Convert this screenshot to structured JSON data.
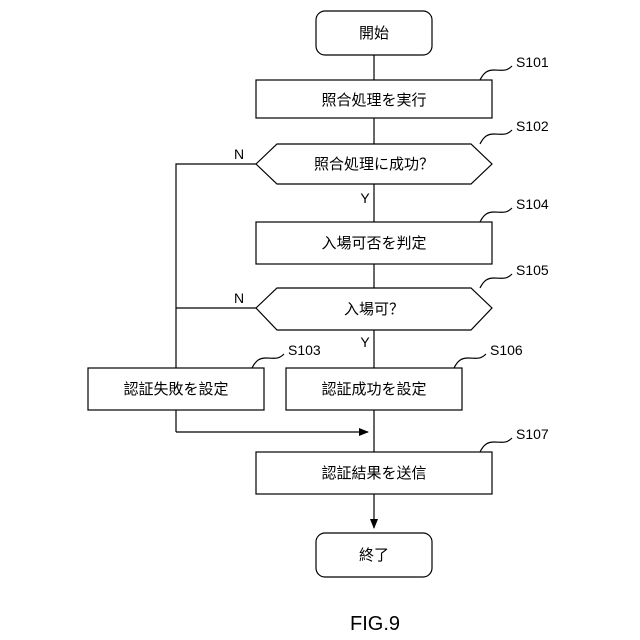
{
  "nodes": {
    "start": "開始",
    "s101": "照合処理を実行",
    "s102": "照合処理に成功？",
    "s104": "入場可否を判定",
    "s105": "入場可？",
    "s103": "認証失敗を設定",
    "s106": "認証成功を設定",
    "s107": "認証結果を送信",
    "end": "終了"
  },
  "step_labels": {
    "s101": "S101",
    "s102": "S102",
    "s104": "S104",
    "s105": "S105",
    "s103": "S103",
    "s106": "S106",
    "s107": "S107"
  },
  "branches": {
    "s102_no": "N",
    "s102_yes": "Y",
    "s105_no": "N",
    "s105_yes": "Y"
  },
  "figure_label": "FIG.9"
}
